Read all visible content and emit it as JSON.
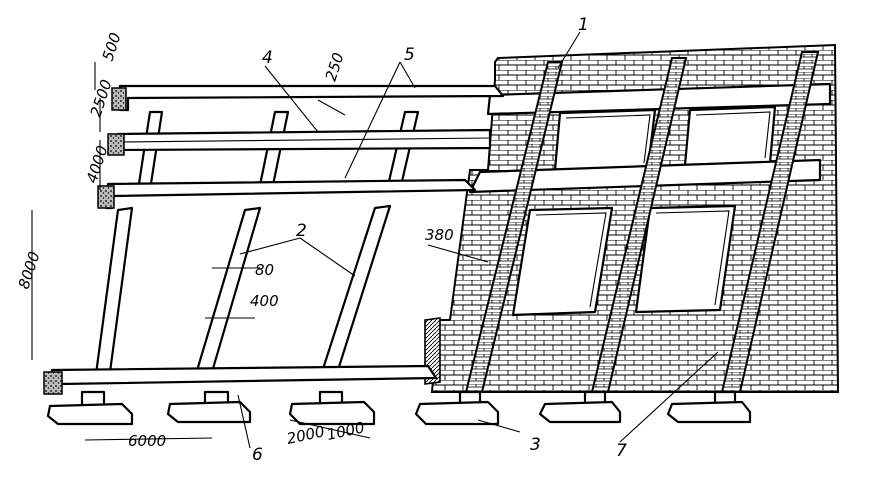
{
  "dimensions": {
    "d500": "500",
    "d2500": "2500",
    "d250": "250",
    "d4000": "4000",
    "d8000": "8000",
    "d80": "80",
    "d400": "400",
    "d380": "380",
    "d6000": "6000",
    "d2000": "2000",
    "d1000": "1000"
  },
  "labels": {
    "l1": "1",
    "l2": "2",
    "l3": "3",
    "l4": "4",
    "l5": "5",
    "l6": "6",
    "l7": "7"
  }
}
